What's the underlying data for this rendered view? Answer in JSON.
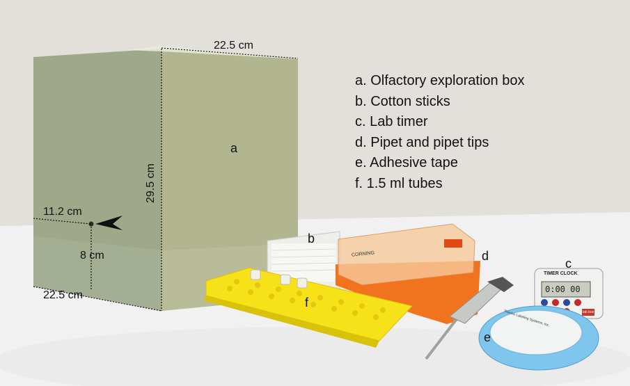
{
  "legend": {
    "items": [
      "a. Olfactory exploration box",
      "b. Cotton sticks",
      "c. Lab timer",
      "d. Pipet and pipet tips",
      "e. Adhesive tape",
      "f. 1.5 ml tubes"
    ]
  },
  "dimensions": {
    "top_width": "22.5 cm",
    "height": "29.5 cm",
    "hole_offset": "11.2 cm",
    "hole_height": "8 cm",
    "bottom_depth": "22.5 cm"
  },
  "item_letters": {
    "a": "a",
    "b": "b",
    "c": "c",
    "d": "d",
    "e": "e",
    "f": "f"
  },
  "product_text": {
    "timer_title": "TIMER CLOCK",
    "timer_display": "0:00 00",
    "timer_brand": "lab box",
    "tip_box_brand": "CORNING",
    "tape_brand": "Thermo Labeling Systems, Inc."
  },
  "colors": {
    "box_front": "#a9b08d",
    "box_side": "#9da58a",
    "rack": "#f7e21a",
    "tip_box": "#f2731d",
    "tape": "#7fc6ee"
  }
}
